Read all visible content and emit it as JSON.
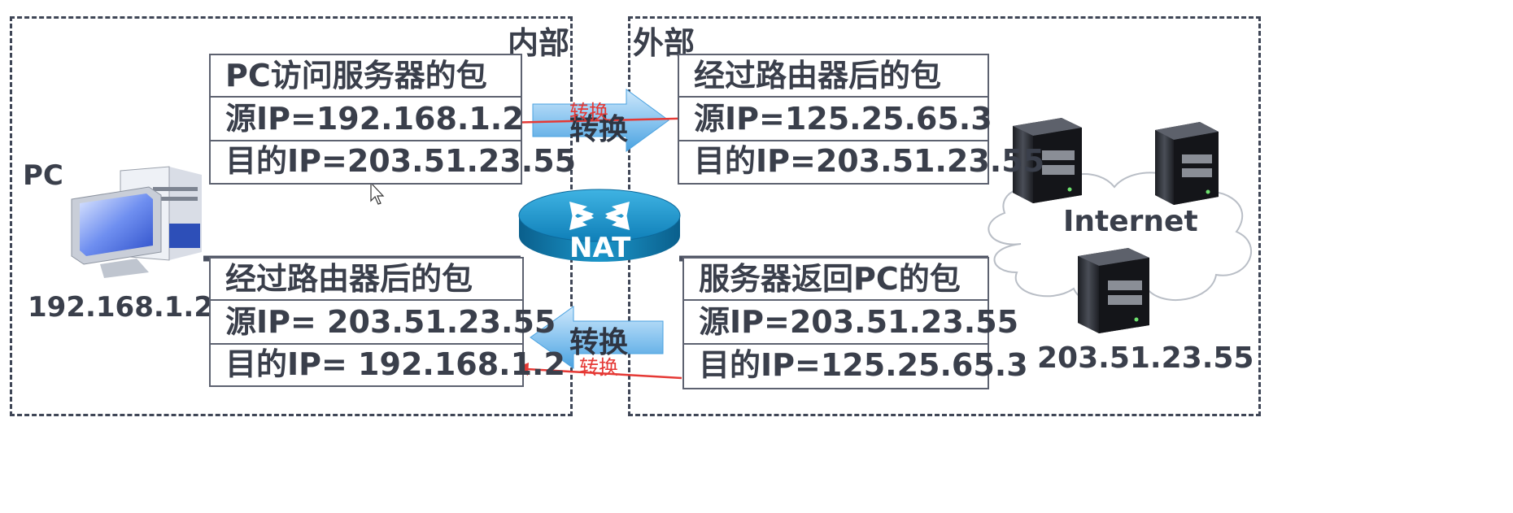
{
  "zones": {
    "inner_label": "内部",
    "outer_label": "外部"
  },
  "pc": {
    "label": "PC",
    "ip": "192.168.1.2"
  },
  "server": {
    "cloud_label": "Internet",
    "ip": "203.51.23.55"
  },
  "router": {
    "label": "NAT"
  },
  "packets": {
    "pc_to_server": {
      "title": "PC访问服务器的包",
      "src": "源IP=192.168.1.2",
      "dst": "目的IP=203.51.23.55"
    },
    "after_router_out": {
      "title": "经过路由器后的包",
      "src": "源IP=125.25.65.3",
      "dst": "目的IP=203.51.23.55"
    },
    "server_to_pc": {
      "title": "服务器返回PC的包",
      "src": "源IP=203.51.23.55",
      "dst": "目的IP=125.25.65.3"
    },
    "after_router_in": {
      "title": "经过路由器后的包",
      "src": "源IP= 203.51.23.55",
      "dst": "目的IP= 192.168.1.2"
    }
  },
  "arrows": {
    "forward_label": "转换",
    "backward_label": "转换",
    "annotation_forward": "转换",
    "annotation_backward": "转换"
  },
  "colors": {
    "annotation_red": "#e53935",
    "arrow_blue": "#5aaee6",
    "router_blue": "#1a8fc4",
    "border_dark": "#3f4656"
  }
}
